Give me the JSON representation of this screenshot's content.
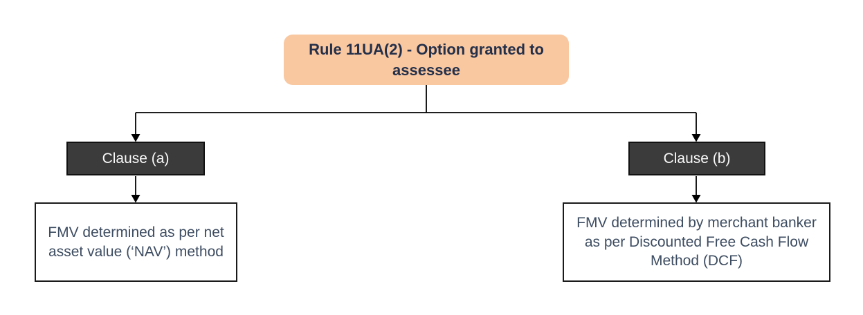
{
  "diagram": {
    "root": {
      "label": "Rule 11UA(2) - Option granted to assessee"
    },
    "branches": [
      {
        "clause": "Clause (a)",
        "description": "FMV determined as per net asset value (‘NAV’) method"
      },
      {
        "clause": "Clause (b)",
        "description": "FMV determined by merchant banker as per Discounted Free Cash Flow Method (DCF)"
      }
    ],
    "colors": {
      "root_fill": "#F9C7A0",
      "root_text": "#24304A",
      "clause_fill": "#3B3B3B",
      "clause_text": "#F8F8F8",
      "body_text": "#3D4C61",
      "line": "#000000"
    }
  }
}
